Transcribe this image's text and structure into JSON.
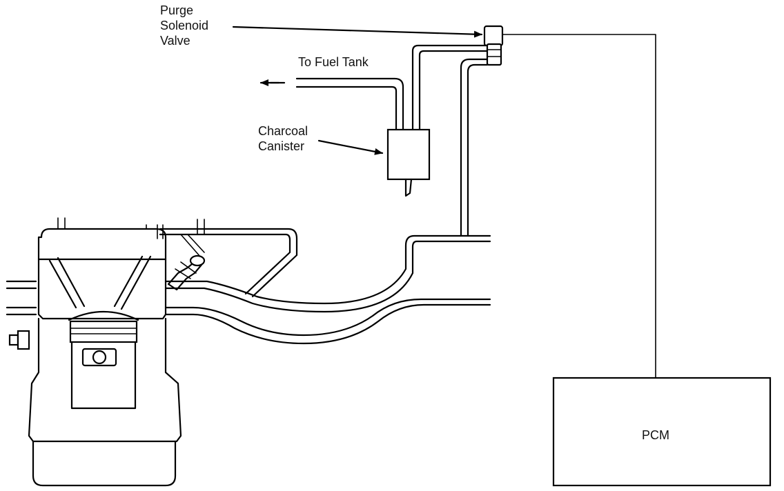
{
  "labels": {
    "purge_line1": "Purge",
    "purge_line2": "Solenoid",
    "purge_line3": "Valve",
    "fuel_tank": "To Fuel Tank",
    "canister_line1": "Charcoal",
    "canister_line2": "Canister",
    "pcm": "PCM"
  }
}
